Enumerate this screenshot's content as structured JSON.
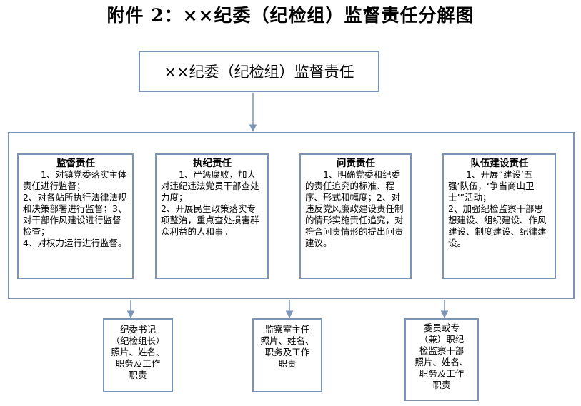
{
  "title": "附件 2：××纪委（纪检组）监督责任分解图",
  "root": "××纪委（纪检组）监督责任",
  "duties": [
    {
      "heading": "监督责任",
      "paragraphs": [
        "1、对镇党委落实主体责任进行监督；",
        "2、对各站所执行法律法规和决策部署进行监督；3、对干部作风建设进行监督检查；",
        "4、对权力运行进行监督。"
      ]
    },
    {
      "heading": "执纪责任",
      "paragraphs": [
        "1、严惩腐败，加大对违纪违法党员干部查处力度；",
        "2、开展民生政策落实专项整治，重点查处损害群众利益的人和事。"
      ]
    },
    {
      "heading": "问责责任",
      "paragraphs": [
        "1、明确党委和纪委的责任追究的标准、程序、形式和幅度；2、对违反党风廉政建设责任制的情形实施责任追究，对符合问责情形的提出问责建议。"
      ]
    },
    {
      "heading": "队伍建设责任",
      "paragraphs": [
        "1、开展“建设‘五强’队伍，‘争当商山卫士’”活动；",
        "2、加强纪检监察干部思想建设、组织建设、作风建设、制度建设、纪律建设。"
      ]
    }
  ],
  "responsible": [
    {
      "lines": [
        "纪委书记",
        "（纪检组长）",
        "照片、姓名、",
        "职务及工作",
        "职责"
      ]
    },
    {
      "lines": [
        "监察室主任",
        "照片、姓名、",
        "职务及工作",
        "职责"
      ]
    },
    {
      "lines": [
        "委员或专",
        "（兼）职纪",
        "检监察干部",
        "照片、姓名、",
        "职务及工作",
        "职责"
      ]
    }
  ]
}
